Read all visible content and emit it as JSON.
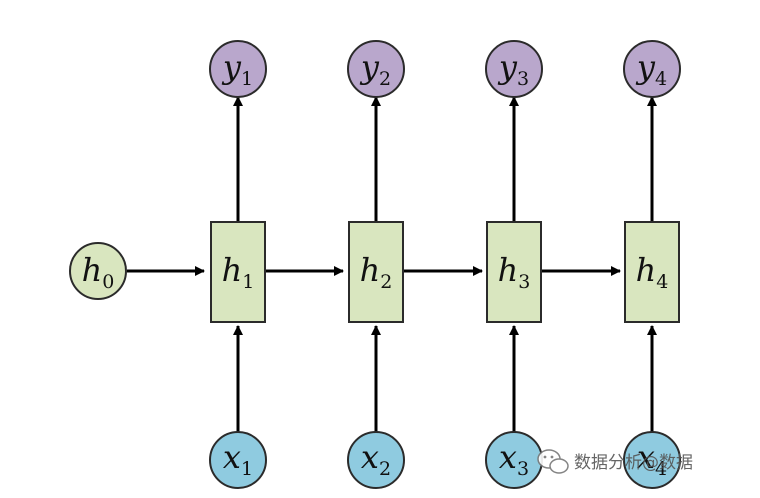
{
  "colors": {
    "output_fill": "#b9a7cc",
    "hidden_fill": "#d9e6bf",
    "input_fill": "#8fcbe0",
    "stroke": "#2b2b2b"
  },
  "initial_state": {
    "base": "h",
    "sub": "0"
  },
  "hidden_states": [
    {
      "base": "h",
      "sub": "1"
    },
    {
      "base": "h",
      "sub": "2"
    },
    {
      "base": "h",
      "sub": "3"
    },
    {
      "base": "h",
      "sub": "4"
    }
  ],
  "outputs": [
    {
      "base": "y",
      "sub": "1"
    },
    {
      "base": "y",
      "sub": "2"
    },
    {
      "base": "y",
      "sub": "3"
    },
    {
      "base": "y",
      "sub": "4"
    }
  ],
  "inputs": [
    {
      "base": "x",
      "sub": "1"
    },
    {
      "base": "x",
      "sub": "2"
    },
    {
      "base": "x",
      "sub": "3"
    },
    {
      "base": "x",
      "sub": "4"
    }
  ],
  "watermark": {
    "text": "数据分析@数据",
    "icon": "wechat-icon"
  }
}
